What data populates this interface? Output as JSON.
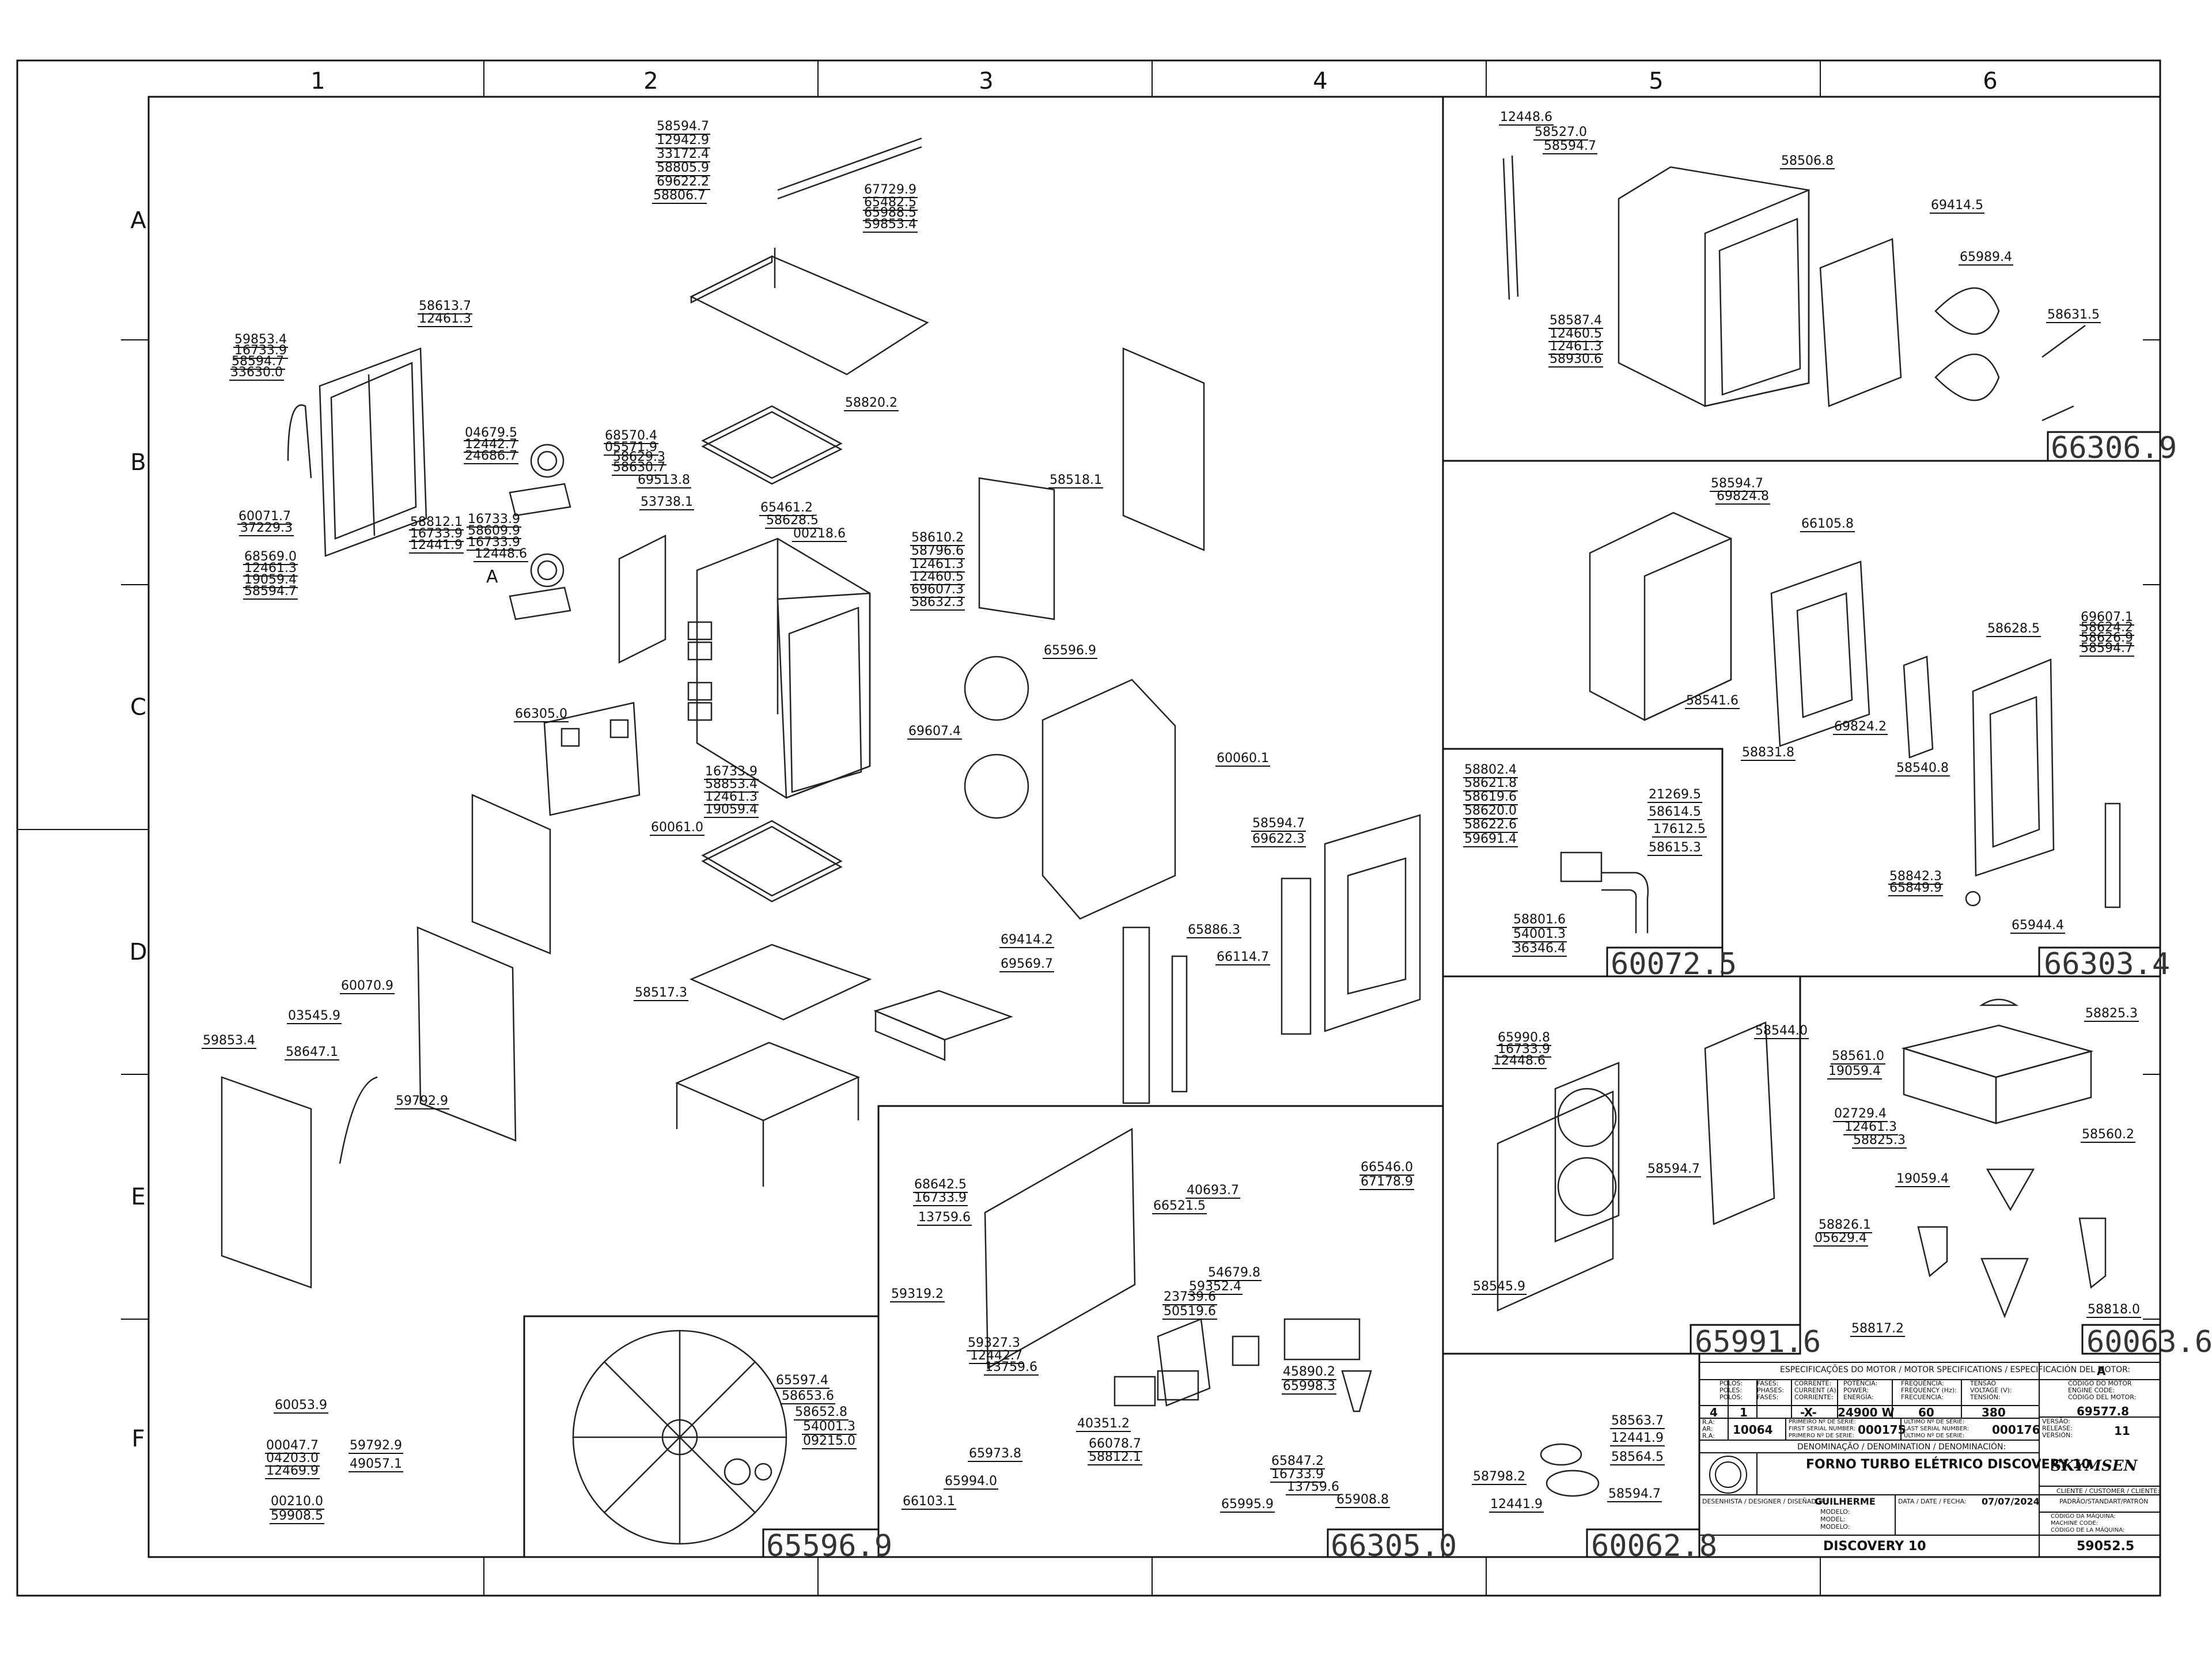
{
  "grid": {
    "cols": [
      "1",
      "2",
      "3",
      "4",
      "5",
      "6"
    ],
    "rows": [
      "A",
      "B",
      "C",
      "D",
      "E",
      "F"
    ]
  },
  "labels": {
    "top_assembly": [
      "58594.7",
      "12942.9",
      "33172.4",
      "58805.9",
      "69622.2",
      "58806.7",
      "67729.9",
      "65482.5",
      "65988.5",
      "59853.4"
    ],
    "left_door": [
      "59853.4",
      "16733.9",
      "58594.7",
      "33630.0",
      "58613.7",
      "12461.3",
      "60071.7",
      "37229.3",
      "68569.0",
      "12461.3",
      "19059.4",
      "58594.7",
      "58812.1",
      "16733.9",
      "12441.9"
    ],
    "motors": [
      "04679.5",
      "12442.7",
      "24686.7",
      "68570.4",
      "05571.9",
      "58629.3",
      "58630.7",
      "69513.8",
      "53738.1",
      "16733.9",
      "58609.9",
      "16733.9",
      "12448.6",
      "A"
    ],
    "center_cabinet": [
      "58820.2",
      "65461.2",
      "58628.5",
      "00218.6",
      "58610.2",
      "58796.6",
      "12461.3",
      "12460.5",
      "69607.3",
      "58632.3",
      "69607.4",
      "16733.9",
      "58853.4",
      "12461.3",
      "19059.4",
      "66305.0",
      "60061.0"
    ],
    "right_parts": [
      "58518.1",
      "65596.9",
      "60060.1",
      "58594.7",
      "69622.3",
      "65886.3",
      "66114.7",
      "69414.2",
      "69569.7",
      "58517.3"
    ],
    "lower_left": [
      "60070.9",
      "03545.9",
      "58647.1",
      "59792.9",
      "59853.4"
    ],
    "small_parts": [
      "60053.9",
      "00047.7",
      "04203.0",
      "12469.9",
      "00210.0",
      "59908.5",
      "59792.9",
      "49057.1"
    ],
    "fan": [
      "65597.4",
      "58653.6",
      "58652.8",
      "54001.3",
      "09215.0"
    ],
    "electrical": [
      "68642.5",
      "16733.9",
      "13759.6",
      "59319.2",
      "59327.3",
      "12442.7",
      "13759.6",
      "40693.7",
      "66521.5",
      "66546.0",
      "67178.9",
      "23739.6",
      "59352.4",
      "54679.8",
      "50519.6",
      "40351.2",
      "66078.7",
      "58812.1",
      "65973.8",
      "65994.0",
      "66103.1",
      "45890.2",
      "65998.3",
      "65847.2",
      "16733.9",
      "13759.6",
      "65908.8",
      "65995.9"
    ],
    "p1": [
      "12448.6",
      "58527.0",
      "58594.7",
      "58506.8",
      "69414.5",
      "65989.4",
      "58631.5",
      "58587.4",
      "12460.5",
      "12461.3",
      "58930.6"
    ],
    "p2": [
      "58594.7",
      "69824.8",
      "66105.8",
      "58541.6",
      "58831.8",
      "69824.2",
      "58540.8",
      "58628.5",
      "69607.1",
      "58624.2",
      "58626.9",
      "58594.7",
      "58842.3",
      "65849.9",
      "65944.4"
    ],
    "p3": [
      "58802.4",
      "58621.8",
      "58619.6",
      "58620.0",
      "58622.6",
      "59691.4",
      "21269.5",
      "58614.5",
      "17612.5",
      "58615.3",
      "58801.6",
      "54001.3",
      "36346.4"
    ],
    "p4": [
      "65990.8",
      "16733.9",
      "12448.6",
      "58544.0",
      "58594.7",
      "58545.9"
    ],
    "p5": [
      "58825.3",
      "58561.0",
      "19059.4",
      "02729.4",
      "12461.3",
      "58825.3",
      "58560.2",
      "19059.4",
      "58826.1",
      "05629.4",
      "58818.0",
      "58817.2"
    ],
    "p6": [
      "58563.7",
      "12441.9",
      "58798.2",
      "58564.5",
      "58594.7",
      "12441.9"
    ]
  },
  "panels": {
    "p1": "66306.9",
    "p2": "66303.4",
    "p3": "60072.5",
    "p4": "65991.6",
    "p5": "60063.6",
    "p6": "60062.8",
    "fan": "65596.9",
    "electrical": "66305.0"
  },
  "title_block": {
    "specs_header": "ESPECIFICAÇÕES DO MOTOR / MOTOR SPECIFICATIONS / ESPECIFICACIÓN DEL MOTOR:",
    "spec_value": "A",
    "motor_code_label": "CÓDIGO DO MOTOR\nENGINE CODE:\nCÓDIGO DEL MOTOR:",
    "motor_code": "69577.8",
    "col_poles": "POLOS:\nPOLES:\nPOLOS:",
    "col_phases": "FASES:\nPHASES:\nFASES:",
    "col_current": "CORRENTE:\nCURRENT (A):\nCORRIENTE:",
    "col_power": "POTÊNCIA:\nPOWER:\nENERGÍA:",
    "col_freq": "FREQUÊNCIA:\nFREQUENCY (Hz):\nFRECUENCIA:",
    "col_volt": "TENSÃO\nVOLTAGE (V):\nTENSIÓN:",
    "poles": "4",
    "phases": "1",
    "current": "-X-",
    "power": "24900 W",
    "freq": "60",
    "volt": "380",
    "ra_label": "R.A:\nAR:\nR.A:",
    "ra": "10064",
    "first_serial_label": "PRIMEIRO Nº DE SÉRIE:\nFIRST SERIAL NUMBER:\nPRIMERO Nº DE SERIE:",
    "first_serial": "000175",
    "last_serial_label": "ÚLTIMO Nº DE SÉRIE:\nLAST SERIAL NUMBER:\nÚLTIMO Nº DE SERIE:",
    "last_serial": "000176",
    "version_label": "VERSÃO:\nRELEASE:\nVERSIÓN:",
    "version": "11",
    "denomination_label": "DENOMINAÇÃO / DENOMINATION / DENOMINACIÓN:",
    "denomination": "FORNO TURBO ELÉTRICO DISCOVERY 10",
    "designer_label": "DESENHISTA / DESIGNER / DISEÑADOR:",
    "designer": "GUILHERME",
    "date_label": "DATA / DATE / FECHA:",
    "date": "07/07/2024",
    "model_label": "MODELO:\nMODEL:\nMODELO:",
    "model": "DISCOVERY 10",
    "client_label": "CLIENTE / CUSTOMER / CLIENTE:",
    "standard_label": "PADRÃO/STANDART/PATRÓN",
    "machine_code_label": "CÓDIGO DA MÁQUINA:\nMACHINE CODE:\nCÓDIGO DE LA MÁQUINA:",
    "machine_code": "59052.5",
    "logo": "SKYMSEN"
  }
}
